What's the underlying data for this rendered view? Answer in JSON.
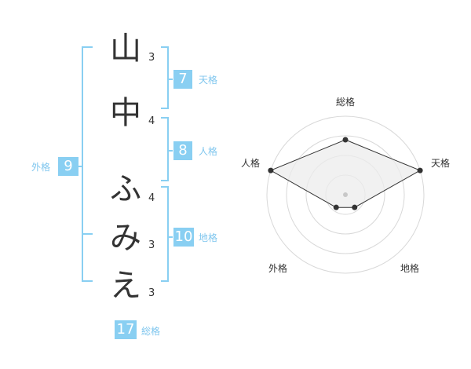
{
  "name": {
    "characters": [
      {
        "char": "山",
        "strokes": "3"
      },
      {
        "char": "中",
        "strokes": "4"
      },
      {
        "char": "ふ",
        "strokes": "4"
      },
      {
        "char": "み",
        "strokes": "3"
      },
      {
        "char": "え",
        "strokes": "3"
      }
    ]
  },
  "kakusu": {
    "tenkaku": {
      "value": "7",
      "label": "天格"
    },
    "jinkaku": {
      "value": "8",
      "label": "人格"
    },
    "chikaku": {
      "value": "10",
      "label": "地格"
    },
    "gaikaku": {
      "value": "9",
      "label": "外格"
    },
    "soukaku": {
      "value": "17",
      "label": "総格"
    }
  },
  "colors": {
    "accent": "#89cff2",
    "bracket": "#89cff2",
    "text": "#333333"
  },
  "chart_data": {
    "type": "radar",
    "axes": [
      "総格",
      "天格",
      "地格",
      "外格",
      "人格"
    ],
    "values": [
      0.7,
      1.0,
      0.2,
      0.2,
      1.0
    ],
    "rings": 4,
    "range": [
      0,
      1
    ]
  }
}
